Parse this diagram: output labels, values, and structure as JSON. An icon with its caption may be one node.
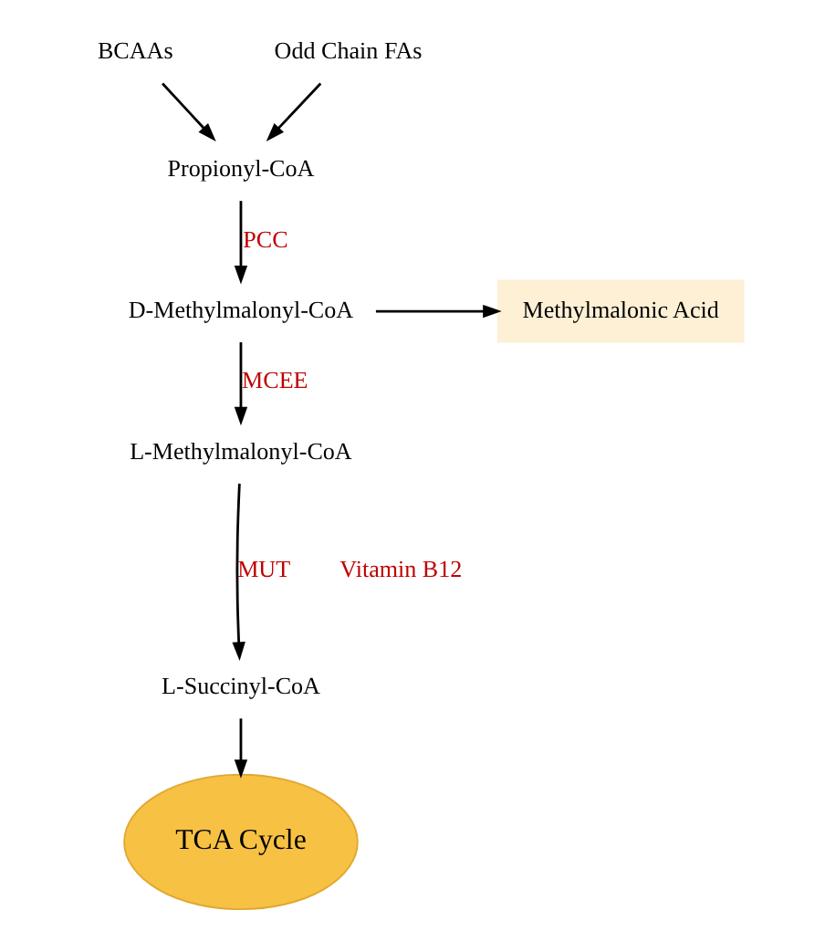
{
  "diagram": {
    "nodes": [
      {
        "text": [
          "BCAAs"
        ]
      },
      {
        "text": [
          "Odd Chain FAs"
        ]
      },
      {
        "text": [
          "Propionyl-CoA"
        ]
      },
      {
        "text": [
          "D-Methylmalonyl-CoA"
        ]
      },
      {
        "text": [
          "Methylmalonic Acid"
        ]
      },
      {
        "text": [
          "L-Methylmalonyl-CoA"
        ]
      },
      {
        "text": [
          "L-Succinyl-CoA"
        ]
      },
      {
        "text": [
          "TCA Cycle"
        ]
      }
    ],
    "edges": [
      {
        "from": 0,
        "to": 2,
        "arrow": "to"
      },
      {
        "from": 1,
        "to": 2,
        "arrow": "to"
      },
      {
        "from": 2,
        "to": 3,
        "arrow": "to",
        "label": "PCC"
      },
      {
        "from": 3,
        "to": 4,
        "arrow": "to"
      },
      {
        "from": 3,
        "to": 5,
        "arrow": "to",
        "label": "MCEE"
      },
      {
        "from": 5,
        "to": 6,
        "arrow": "to",
        "label": "MUT"
      },
      {
        "from": 6,
        "to": 7,
        "arrow": "to"
      }
    ],
    "labels": [
      "Vitamin B12"
    ]
  }
}
